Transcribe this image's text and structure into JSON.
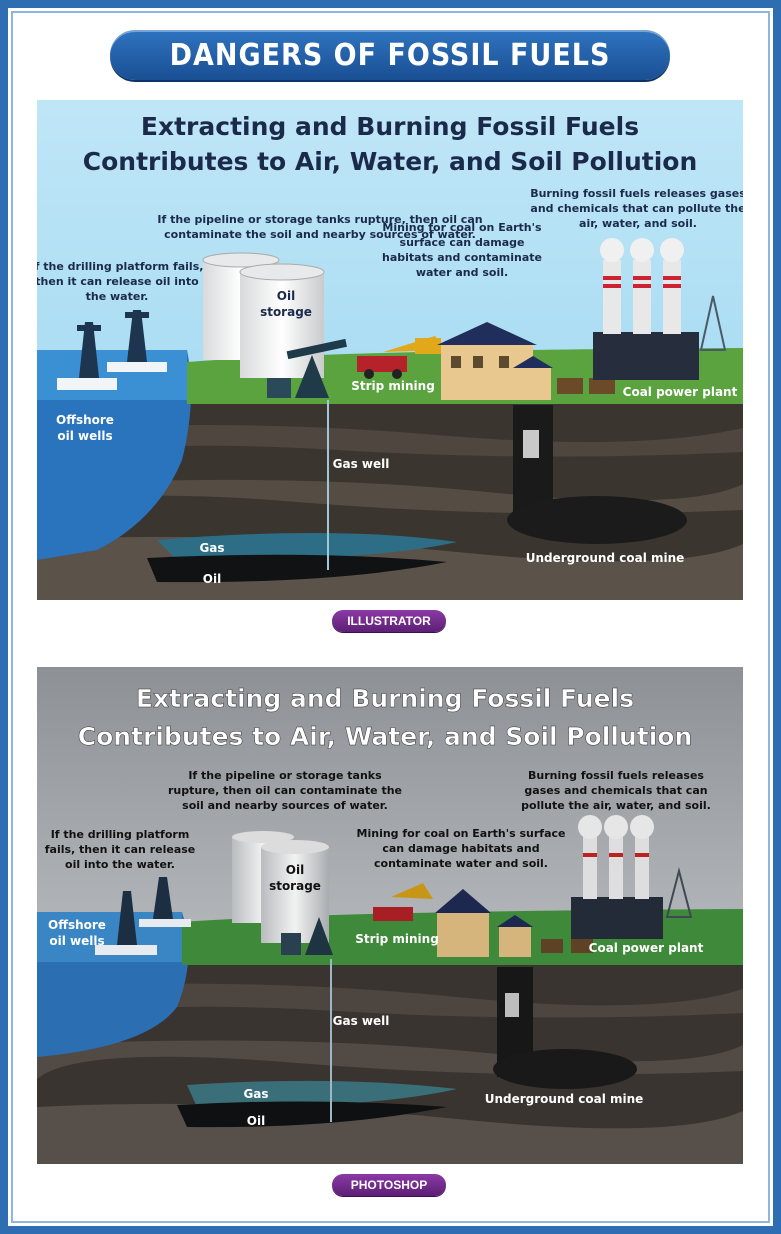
{
  "page_title": "DANGERS OF FOSSIL FUELS",
  "panels": [
    {
      "style": "illustrator",
      "heading_line1": "Extracting and Burning Fossil Fuels",
      "heading_line2": "Contributes to Air, Water, and Soil Pollution",
      "pipeline_note": [
        "If the pipeline or storage tanks rupture, then oil can",
        "contaminate the soil and nearby sources of water."
      ],
      "drilling_note": [
        "If the drilling platform fails,",
        "then it can release oil into",
        "the water."
      ],
      "mining_note": [
        "Mining for coal on Earth's",
        "surface can damage",
        "habitats and contaminate",
        "water and soil."
      ],
      "burning_note": [
        "Burning fossil fuels releases gases",
        "and chemicals that can pollute the",
        "air, water, and soil."
      ],
      "labels": {
        "oil_storage": [
          "Oil",
          "storage"
        ],
        "offshore": [
          "Offshore",
          "oil wells"
        ],
        "strip_mining": "Strip mining",
        "coal_plant": "Coal power plant",
        "gas_well": "Gas well",
        "gas": "Gas",
        "oil": "Oil",
        "underground": "Underground coal mine"
      },
      "badge": "ILLUSTRATOR",
      "colors": {
        "sky": "#bfe6f5",
        "heading": "#1b2a4a"
      }
    },
    {
      "style": "photoshop",
      "heading_line1": "Extracting and Burning Fossil Fuels",
      "heading_line2": "Contributes to Air, Water, and Soil Pollution",
      "pipeline_note": [
        "If the pipeline or storage tanks",
        "rupture, then oil can contaminate the",
        "soil and nearby sources of water."
      ],
      "drilling_note": [
        "If the drilling platform",
        "fails, then it can release",
        "oil into the water."
      ],
      "mining_note": [
        "Mining for coal on Earth's surface",
        "can damage habitats and",
        "contaminate water and soil."
      ],
      "burning_note": [
        "Burning fossil fuels releases",
        "gases and chemicals that can",
        "pollute the air, water, and soil."
      ],
      "labels": {
        "oil_storage": [
          "Oil",
          "storage"
        ],
        "offshore": [
          "Offshore",
          "oil wells"
        ],
        "strip_mining": "Strip mining",
        "coal_plant": "Coal power plant",
        "gas_well": "Gas well",
        "gas": "Gas",
        "oil": "Oil",
        "underground": "Underground coal mine"
      },
      "badge": "PHOTOSHOP",
      "colors": {
        "sky": "#9a9ea3",
        "heading": "#ffffff"
      }
    }
  ]
}
